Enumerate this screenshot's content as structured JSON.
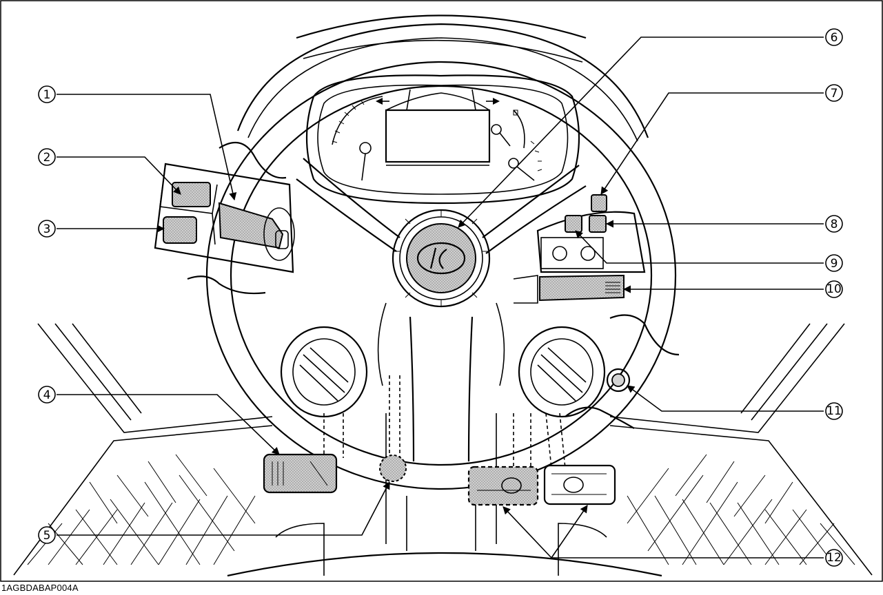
{
  "figure_code": "1AGBDABAP004A",
  "callouts": [
    {
      "num": "1",
      "glyph": "①"
    },
    {
      "num": "2",
      "glyph": "②"
    },
    {
      "num": "3",
      "glyph": "③"
    },
    {
      "num": "4",
      "glyph": "④"
    },
    {
      "num": "5",
      "glyph": "⑤"
    },
    {
      "num": "6",
      "glyph": "⑥"
    },
    {
      "num": "7",
      "glyph": "⑦"
    },
    {
      "num": "8",
      "glyph": "⑧"
    },
    {
      "num": "9",
      "glyph": "⑨"
    },
    {
      "num": "10",
      "glyph": "⑩"
    },
    {
      "num": "11",
      "glyph": "⑪"
    },
    {
      "num": "12",
      "glyph": "⑫"
    }
  ],
  "colors": {
    "line": "#000000",
    "shade": "#bdbdbd",
    "background": "#ffffff"
  }
}
